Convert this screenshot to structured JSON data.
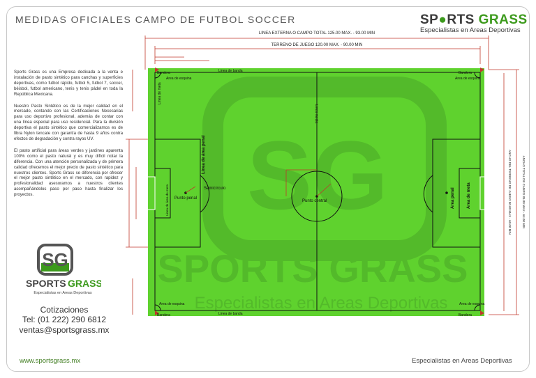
{
  "header": {
    "title": "MEDIDAS OFICIALES CAMPO DE FUTBOL SOCCER",
    "brand_part1": "SP",
    "brand_part2": "RTS",
    "brand_part3": "GRASS",
    "brand_tagline": "Especialistas en Areas Deportivas"
  },
  "intro": {
    "p1": "Sports Grass es una Empresa dedicada a la venta e instalación de pasto sintético para canchas y superficies deportivas, como futbol rápido, futbol 5, futbol 7, soccer, béisbol, futbol americano, tenis y tenis pádel en toda la República Mexicana.",
    "p2": "Nuestro Pasto Sintético es de la mejor calidad en el mercado, contando con las Certificaciones Necesarias para uso deportivo profesional, además de contar con una línea especial para uso residencial. Para la división deportiva el pasto sintético que comercializamos es de fibra Nylon tencate con garantía de hasta 9 años contra efectos de degradación y contra rayos UV.",
    "p3": "El pasto artificial para áreas verdes y jardines aparenta 100% como el pasto natural y es muy difícil notar la diferencia. Con una atención personalizada y de primera calidad ofrecemos el mejor precio de pasto sintético para nuestros clientes. Sports Grass se diferencia por ofrecer el mejor pasto sintético en el mercado, con rapidez y profesionalidad asesoramos a nuestros clientes acompañándolos paso por paso hasta finalizar los proyectos."
  },
  "logo": {
    "monogram": "SG",
    "name_part1": "SPORTS",
    "name_part2": "GRASS",
    "tagline": "Especialistas en Areas Deportivas"
  },
  "contact": {
    "heading": "Cotizaciones",
    "phone": "Tel: (01 222) 290 6812",
    "email": "ventas@sportsgrass.mx"
  },
  "footer": {
    "website": "www.sportsgrass.mx",
    "tagline": "Especialistas en Areas Deportivas"
  },
  "field": {
    "colors": {
      "grass": "#5fd22e",
      "lines": "#111111",
      "dimension": "#c0392b",
      "watermark": "#3f8f24"
    },
    "dim_total": "LINEA EXTERNA O CAMPO TOTAL  125.00 MAX. - 93.00 MIN",
    "dim_field": "TERRENO DE JUEGO  120.00 MAX. - 90.00 MIN",
    "dim_width_total": "ANCHO TOTAL DE CAMPO 85.00 MAX - 64.00 MIN",
    "dim_width_field": "ANCHO DEL TERRENO DE JUEGO 80.00 MAX - 60.00 MIN",
    "labels": {
      "bandera_tl": "Bandera",
      "area_esquina_tl": "Area de esquina",
      "linea_banda_top": "Linea de banda",
      "linea_meta_left": "Linea de meta",
      "linea_media": "Linea media",
      "area_penal_left": "Linea de área penal",
      "area_meta_left": "Linea de área de meta",
      "punto_penal": "Punto penal",
      "semicirculo": "Semicírculo",
      "punto_central": "Punto central",
      "bandera_tr": "Bandera",
      "area_esquina_tr": "Area de esquina",
      "area_penal_right": "Area penal",
      "area_meta_right": "Area de meta",
      "area_esquina_bl": "Area de esquina",
      "bandera_bl": "Bandera",
      "linea_banda_bottom": "Linea de banda",
      "area_esquina_br": "Area de esquina",
      "bandera_br": "Bandera"
    },
    "watermark_text": "SPORTS GRASS",
    "watermark_tagline": "Especialistas en Areas Deportivas"
  }
}
